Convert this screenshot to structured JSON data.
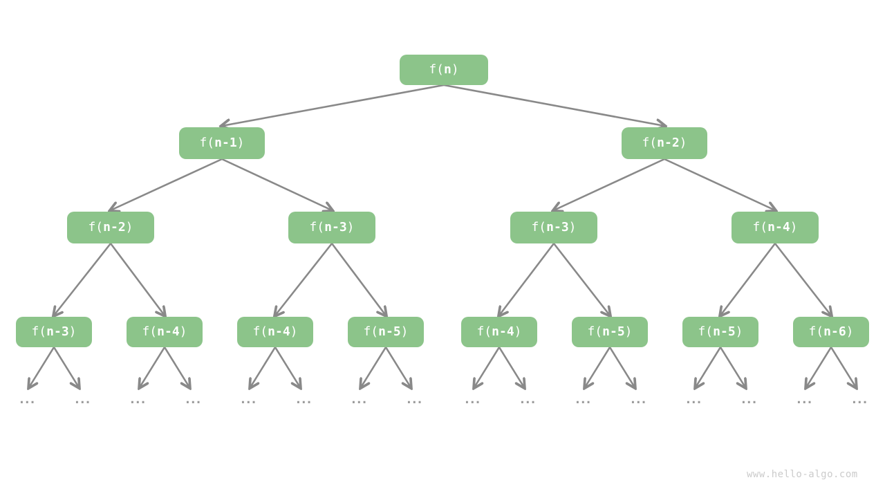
{
  "colors": {
    "node_fill": "#8CC48A",
    "node_text": "#FFFFFF",
    "edge": "#898989",
    "ellipsis": "#9C9C9C",
    "watermark": "#CBCBCB"
  },
  "ellipsis": "...",
  "watermark": "www.hello-algo.com",
  "tree": {
    "root": {
      "prefix": "f(",
      "arg": "n",
      "suffix": ")"
    },
    "level2": [
      {
        "prefix": "f(",
        "arg": "n-1",
        "suffix": ")"
      },
      {
        "prefix": "f(",
        "arg": "n-2",
        "suffix": ")"
      }
    ],
    "level3": [
      {
        "prefix": "f(",
        "arg": "n-2",
        "suffix": ")"
      },
      {
        "prefix": "f(",
        "arg": "n-3",
        "suffix": ")"
      },
      {
        "prefix": "f(",
        "arg": "n-3",
        "suffix": ")"
      },
      {
        "prefix": "f(",
        "arg": "n-4",
        "suffix": ")"
      }
    ],
    "level4": [
      {
        "prefix": "f(",
        "arg": "n-3",
        "suffix": ")"
      },
      {
        "prefix": "f(",
        "arg": "n-4",
        "suffix": ")"
      },
      {
        "prefix": "f(",
        "arg": "n-4",
        "suffix": ")"
      },
      {
        "prefix": "f(",
        "arg": "n-5",
        "suffix": ")"
      },
      {
        "prefix": "f(",
        "arg": "n-4",
        "suffix": ")"
      },
      {
        "prefix": "f(",
        "arg": "n-5",
        "suffix": ")"
      },
      {
        "prefix": "f(",
        "arg": "n-5",
        "suffix": ")"
      },
      {
        "prefix": "f(",
        "arg": "n-6",
        "suffix": ")"
      }
    ]
  }
}
